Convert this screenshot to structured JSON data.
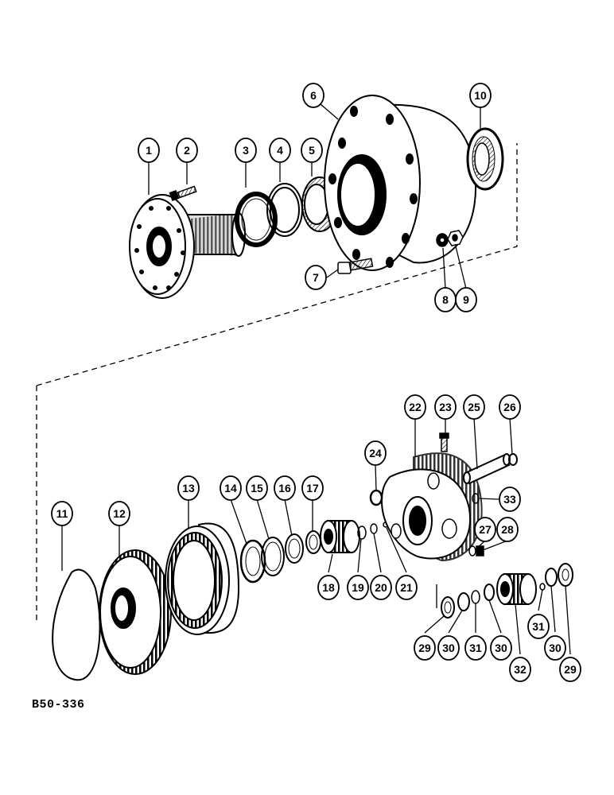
{
  "figure_label": "B50-336",
  "callouts": [
    {
      "id": "callout-1",
      "label": "1"
    },
    {
      "id": "callout-2",
      "label": "2"
    },
    {
      "id": "callout-3",
      "label": "3"
    },
    {
      "id": "callout-4",
      "label": "4"
    },
    {
      "id": "callout-5",
      "label": "5"
    },
    {
      "id": "callout-6",
      "label": "6"
    },
    {
      "id": "callout-7",
      "label": "7"
    },
    {
      "id": "callout-8",
      "label": "8"
    },
    {
      "id": "callout-9",
      "label": "9"
    },
    {
      "id": "callout-10",
      "label": "10"
    },
    {
      "id": "callout-11",
      "label": "11"
    },
    {
      "id": "callout-12",
      "label": "12"
    },
    {
      "id": "callout-13",
      "label": "13"
    },
    {
      "id": "callout-14",
      "label": "14"
    },
    {
      "id": "callout-15",
      "label": "15"
    },
    {
      "id": "callout-16",
      "label": "16"
    },
    {
      "id": "callout-17",
      "label": "17"
    },
    {
      "id": "callout-18",
      "label": "18"
    },
    {
      "id": "callout-19",
      "label": "19"
    },
    {
      "id": "callout-20",
      "label": "20"
    },
    {
      "id": "callout-21",
      "label": "21"
    },
    {
      "id": "callout-22",
      "label": "22"
    },
    {
      "id": "callout-23",
      "label": "23"
    },
    {
      "id": "callout-24",
      "label": "24"
    },
    {
      "id": "callout-25",
      "label": "25"
    },
    {
      "id": "callout-26",
      "label": "26"
    },
    {
      "id": "callout-27",
      "label": "27"
    },
    {
      "id": "callout-28",
      "label": "28"
    },
    {
      "id": "callout-29a",
      "label": "29"
    },
    {
      "id": "callout-30a",
      "label": "30"
    },
    {
      "id": "callout-31a",
      "label": "31"
    },
    {
      "id": "callout-30b",
      "label": "30"
    },
    {
      "id": "callout-32",
      "label": "32"
    },
    {
      "id": "callout-31b",
      "label": "31"
    },
    {
      "id": "callout-30c",
      "label": "30"
    },
    {
      "id": "callout-29b",
      "label": "29"
    },
    {
      "id": "callout-33",
      "label": "33"
    }
  ]
}
